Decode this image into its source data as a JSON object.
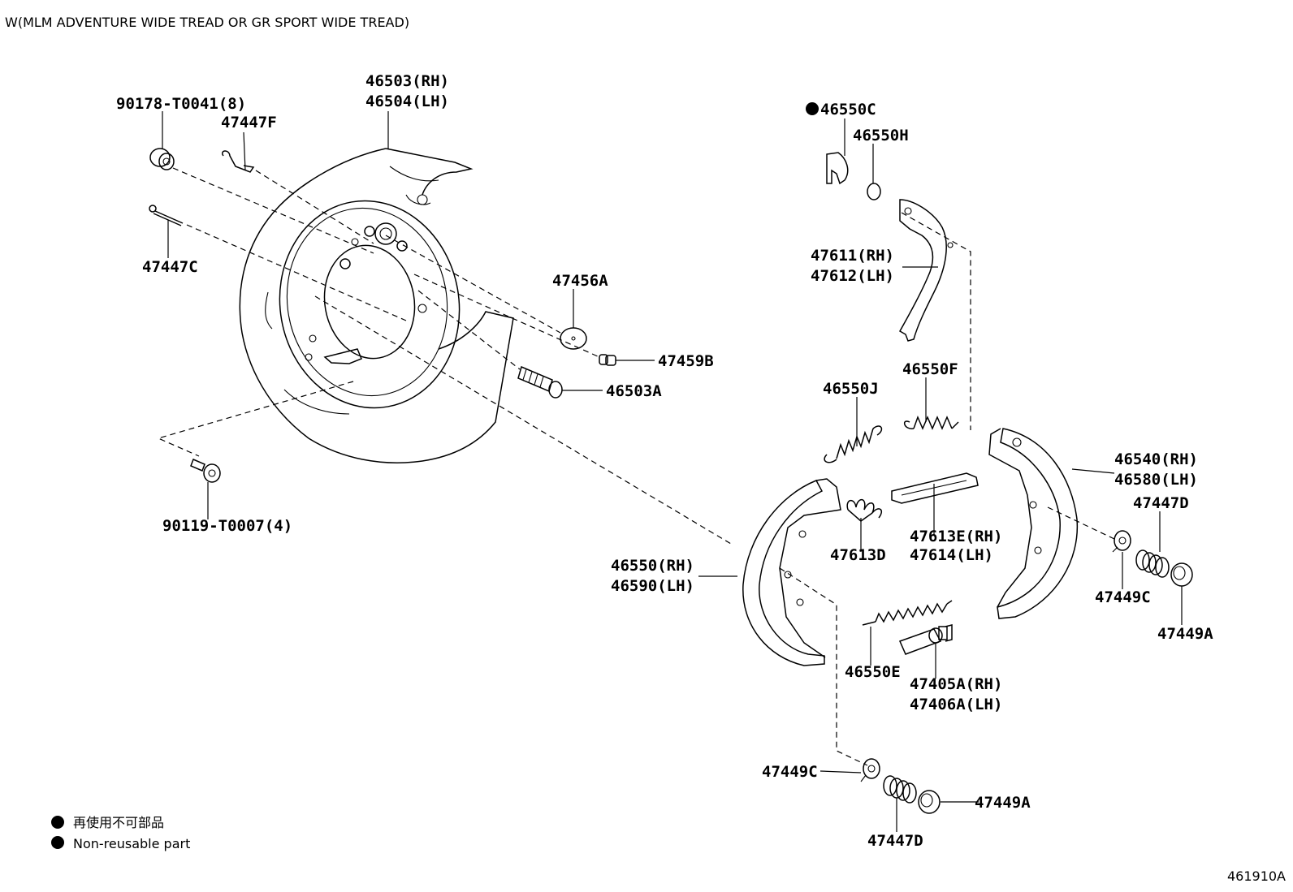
{
  "header": {
    "title": "W(MLM ADVENTURE WIDE TREAD OR GR SPORT WIDE TREAD)"
  },
  "diagram_code": "461910A",
  "legend": [
    {
      "symbol": "filled-dot",
      "text": "再使用不可部品"
    },
    {
      "symbol": "filled-dot",
      "text": "Non-reusable part"
    }
  ],
  "parts": {
    "p90178": "90178-T0041(8)",
    "p47447F": "47447F",
    "p46503": "46503(RH)",
    "p46504": "46504(LH)",
    "p47447C": "47447C",
    "p47456A": "47456A",
    "p47459B": "47459B",
    "p46503A": "46503A",
    "p90119": "90119-T0007(4)",
    "p46550C": "46550C",
    "p46550H": "46550H",
    "p47611": "47611(RH)",
    "p47612": "47612(LH)",
    "p46550J": "46550J",
    "p46550F": "46550F",
    "p46540": "46540(RH)",
    "p46580": "46580(LH)",
    "p47447D_r": "47447D",
    "p47613E": "47613E(RH)",
    "p47614": "47614(LH)",
    "p47613D": "47613D",
    "p46550": "46550(RH)",
    "p46590": "46590(LH)",
    "p47449C_r": "47449C",
    "p47449A_r": "47449A",
    "p46550E": "46550E",
    "p47405A": "47405A(RH)",
    "p47406A": "47406A(LH)",
    "p47449C_b": "47449C",
    "p47449A_b": "47449A",
    "p47447D_b": "47447D"
  }
}
